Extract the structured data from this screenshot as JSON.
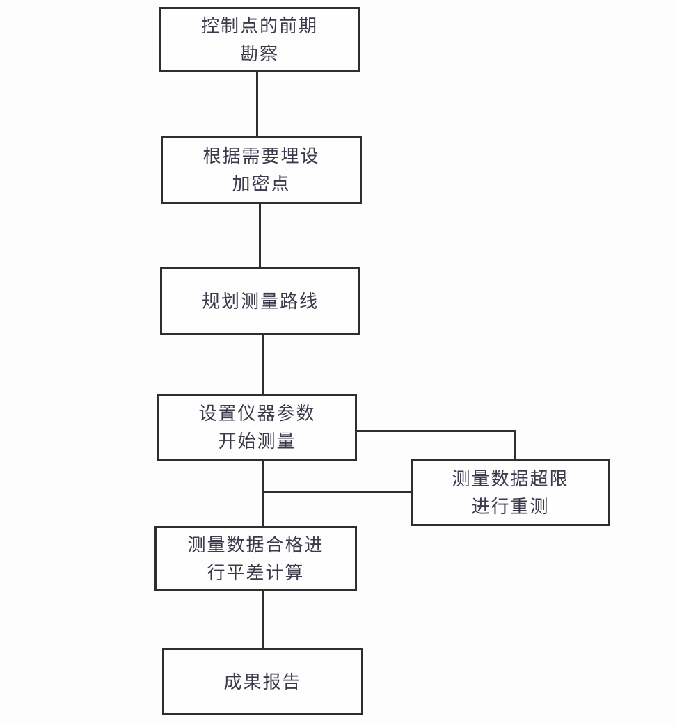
{
  "diagram": {
    "title": "leveling-survey-workflow-flowchart",
    "colors": {
      "background": "#fdfdfd",
      "line": "#2e2e2e",
      "text": "#3a3a4a"
    },
    "nodes": [
      {
        "id": "survey",
        "label": "控制点的前期勘察",
        "lines": [
          "控制点的前期",
          "勘察"
        ]
      },
      {
        "id": "densify",
        "label": "根据需要埋设加密点",
        "lines": [
          "根据需要埋设",
          "加密点"
        ]
      },
      {
        "id": "route",
        "label": "规划测量路线",
        "lines": [
          "规划测量路线"
        ]
      },
      {
        "id": "measure",
        "label": "设置仪器参数开始测量",
        "lines": [
          "设置仪器参数",
          "开始测量"
        ]
      },
      {
        "id": "retest",
        "label": "测量数据超限进行重测",
        "lines": [
          "测量数据超限",
          "进行重测"
        ]
      },
      {
        "id": "adjust",
        "label": "测量数据合格进行平差计算",
        "lines": [
          "测量数据合格进",
          "行平差计算"
        ]
      },
      {
        "id": "report",
        "label": "成果报告",
        "lines": [
          "成果报告"
        ]
      }
    ],
    "edges": [
      {
        "from": "survey",
        "to": "densify"
      },
      {
        "from": "densify",
        "to": "route"
      },
      {
        "from": "route",
        "to": "measure"
      },
      {
        "from": "measure",
        "to": "retest"
      },
      {
        "from": "retest",
        "to": "measure-adjust-line"
      },
      {
        "from": "measure",
        "to": "adjust"
      },
      {
        "from": "adjust",
        "to": "report"
      }
    ]
  }
}
